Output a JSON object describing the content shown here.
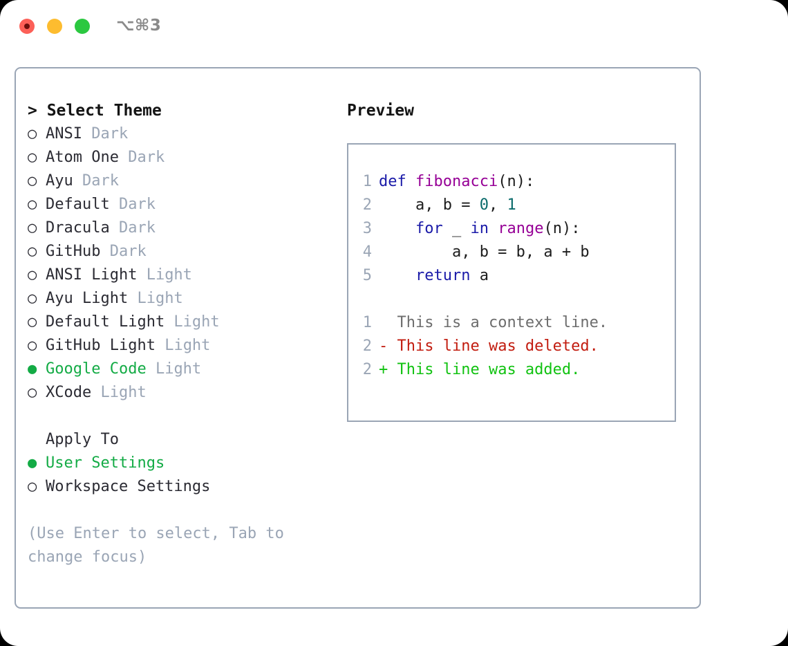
{
  "window": {
    "shortcut_label": "⌥⌘3",
    "traffic_lights": [
      {
        "name": "close",
        "color": "#fc6058"
      },
      {
        "name": "minimize",
        "color": "#fdbc2f"
      },
      {
        "name": "maximize",
        "color": "#2bc840"
      }
    ]
  },
  "colors": {
    "border": "#9aa5b5",
    "selected_green": "#13ab45",
    "muted": "#9aa5b5",
    "keyword": "#1a1aa8",
    "function": "#960096",
    "number": "#0a6b6b",
    "diff_context": "#6d6d6d",
    "diff_deleted": "#c21c0f",
    "diff_added": "#11c211"
  },
  "theme_picker": {
    "header": "> Select Theme",
    "options": [
      {
        "bullet": "○",
        "label": "ANSI",
        "tag": "Dark",
        "selected": false
      },
      {
        "bullet": "○",
        "label": "Atom One",
        "tag": "Dark",
        "selected": false
      },
      {
        "bullet": "○",
        "label": "Ayu",
        "tag": "Dark",
        "selected": false
      },
      {
        "bullet": "○",
        "label": "Default",
        "tag": "Dark",
        "selected": false
      },
      {
        "bullet": "○",
        "label": "Dracula",
        "tag": "Dark",
        "selected": false
      },
      {
        "bullet": "○",
        "label": "GitHub",
        "tag": "Dark",
        "selected": false
      },
      {
        "bullet": "○",
        "label": "ANSI Light",
        "tag": "Light",
        "selected": false
      },
      {
        "bullet": "○",
        "label": "Ayu Light",
        "tag": "Light",
        "selected": false
      },
      {
        "bullet": "○",
        "label": "Default Light",
        "tag": "Light",
        "selected": false
      },
      {
        "bullet": "○",
        "label": "GitHub Light",
        "tag": "Light",
        "selected": false
      },
      {
        "bullet": "●",
        "label": "Google Code",
        "tag": "Light",
        "selected": true
      },
      {
        "bullet": "○",
        "label": "XCode",
        "tag": "Light",
        "selected": false
      }
    ]
  },
  "apply_to": {
    "header": "Apply To",
    "options": [
      {
        "bullet": "●",
        "label": "User Settings",
        "selected": true
      },
      {
        "bullet": "○",
        "label": "Workspace Settings",
        "selected": false
      }
    ]
  },
  "hint": "(Use Enter to select, Tab to change focus)",
  "preview": {
    "title": "Preview",
    "code_lines": [
      {
        "num": "1",
        "tokens": [
          {
            "t": "def ",
            "c": "kw"
          },
          {
            "t": "fibonacci",
            "c": "fn"
          },
          {
            "t": "(n):",
            "c": "pn"
          }
        ]
      },
      {
        "num": "2",
        "tokens": [
          {
            "t": "    a, b = ",
            "c": "pn"
          },
          {
            "t": "0",
            "c": "num"
          },
          {
            "t": ", ",
            "c": "pn"
          },
          {
            "t": "1",
            "c": "num"
          }
        ]
      },
      {
        "num": "3",
        "tokens": [
          {
            "t": "    ",
            "c": "pn"
          },
          {
            "t": "for",
            "c": "kw"
          },
          {
            "t": " _ ",
            "c": "pn"
          },
          {
            "t": "in",
            "c": "kw"
          },
          {
            "t": " ",
            "c": "pn"
          },
          {
            "t": "range",
            "c": "fn"
          },
          {
            "t": "(n):",
            "c": "pn"
          }
        ]
      },
      {
        "num": "4",
        "tokens": [
          {
            "t": "        a, b = b, a + b",
            "c": "pn"
          }
        ]
      },
      {
        "num": "5",
        "tokens": [
          {
            "t": "    ",
            "c": "pn"
          },
          {
            "t": "return",
            "c": "kw"
          },
          {
            "t": " a",
            "c": "pn"
          }
        ]
      }
    ],
    "diff_lines": [
      {
        "num": "1",
        "marker": " ",
        "text": "This is a context line.",
        "kind": "diff-ctx"
      },
      {
        "num": "2",
        "marker": "-",
        "text": "This line was deleted.",
        "kind": "diff-del"
      },
      {
        "num": "2",
        "marker": "+",
        "text": "This line was added.",
        "kind": "diff-add"
      }
    ]
  }
}
